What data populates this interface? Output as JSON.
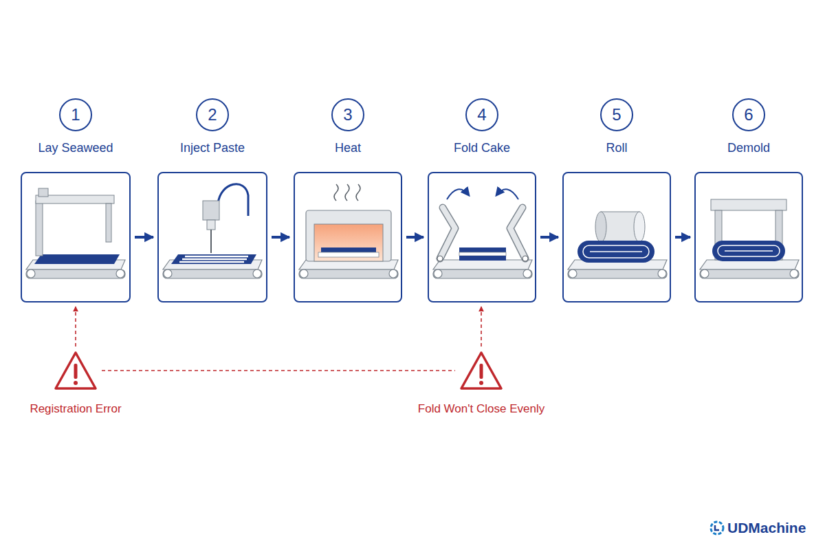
{
  "diagram": {
    "nodes": [
      {
        "text": [
          "1",
          "Lay Seaweed"
        ]
      },
      {
        "text": [
          "2",
          "Inject Paste"
        ]
      },
      {
        "text": [
          "3",
          "Heat"
        ]
      },
      {
        "text": [
          "4",
          "Fold Cake"
        ]
      },
      {
        "text": [
          "5",
          "Roll"
        ]
      },
      {
        "text": [
          "6",
          "Demold"
        ]
      },
      {
        "text": [
          "Registration Error"
        ]
      },
      {
        "text": [
          "Fold Won't Close Evenly"
        ]
      }
    ],
    "edges": [
      {
        "from": 0,
        "to": 1,
        "arrow": "to"
      },
      {
        "from": 1,
        "to": 2,
        "arrow": "to"
      },
      {
        "from": 2,
        "to": 3,
        "arrow": "to"
      },
      {
        "from": 3,
        "to": 4,
        "arrow": "to"
      },
      {
        "from": 4,
        "to": 5,
        "arrow": "to"
      },
      {
        "from": 6,
        "to": 0,
        "arrow": "to"
      },
      {
        "from": 7,
        "to": 3,
        "arrow": "to"
      },
      {
        "from": 6,
        "to": 7,
        "arrow": "none"
      }
    ],
    "labels": [
      "UDMachine"
    ]
  }
}
